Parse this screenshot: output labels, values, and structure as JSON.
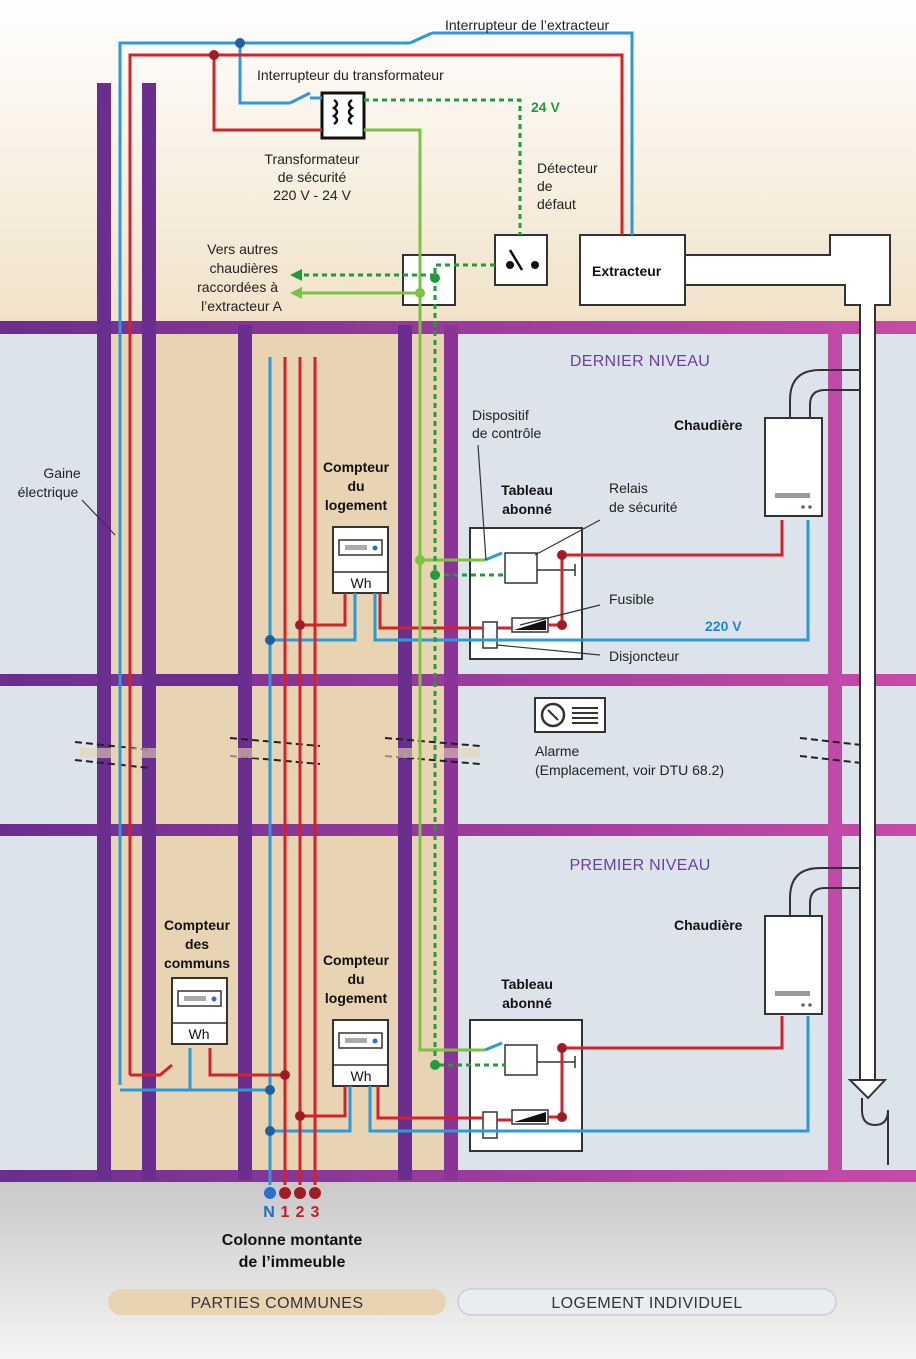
{
  "labels": {
    "interrupteur_extracteur": "Interrupteur de l’extracteur",
    "interrupteur_transformateur": "Interrupteur du transformateur",
    "transformateur_l1": "Transformateur",
    "transformateur_l2": "de sécurité",
    "transformateur_l3": "220 V - 24 V",
    "v24": "24 V",
    "detecteur_l1": "Détecteur",
    "detecteur_l2": "de",
    "detecteur_l3": "défaut",
    "extracteur": "Extracteur",
    "vers_l1": "Vers autres",
    "vers_l2": "chaudières",
    "vers_l3": "raccordées à",
    "vers_l4": "l’extracteur A",
    "gaine_l1": "Gaine",
    "gaine_l2": "électrique",
    "dernier_niveau": "DERNIER NIVEAU",
    "premier_niveau": "PREMIER NIVEAU",
    "chaudiere": "Chaudière",
    "dispositif_l1": "Dispositif",
    "dispositif_l2": "de contrôle",
    "tableau_l1": "Tableau",
    "tableau_l2": "abonné",
    "relais_l1": "Relais",
    "relais_l2": "de sécurité",
    "fusible": "Fusible",
    "v220": "220 V",
    "disjoncteur": "Disjoncteur",
    "compteur_l1": "Compteur",
    "compteur_l2": "du",
    "compteur_l3": "logement",
    "communs_l1": "Compteur",
    "communs_l2": "des",
    "communs_l3": "communs",
    "wh": "Wh",
    "alarme_l1": "Alarme",
    "alarme_l2": "(Emplacement, voir DTU 68.2)",
    "phase_n": "N",
    "phase_1": "1",
    "phase_2": "2",
    "phase_3": "3",
    "colonne_l1": "Colonne montante",
    "colonne_l2": "de l’immeuble",
    "parties_communes": "PARTIES COMMUNES",
    "logement_individuel": "LOGEMENT INDIVIDUEL"
  },
  "colors": {
    "structure_purple": "#6a2e8f",
    "structure_magenta": "#b03aa8",
    "common_area": "#e8d3b3",
    "dwelling_area": "#dde3ea",
    "live_wire_red": "#d2232a",
    "neutral_wire_blue": "#2a9ad8",
    "low_voltage_green": "#7bc142",
    "low_voltage_dashed_green": "#1f9d3a"
  }
}
